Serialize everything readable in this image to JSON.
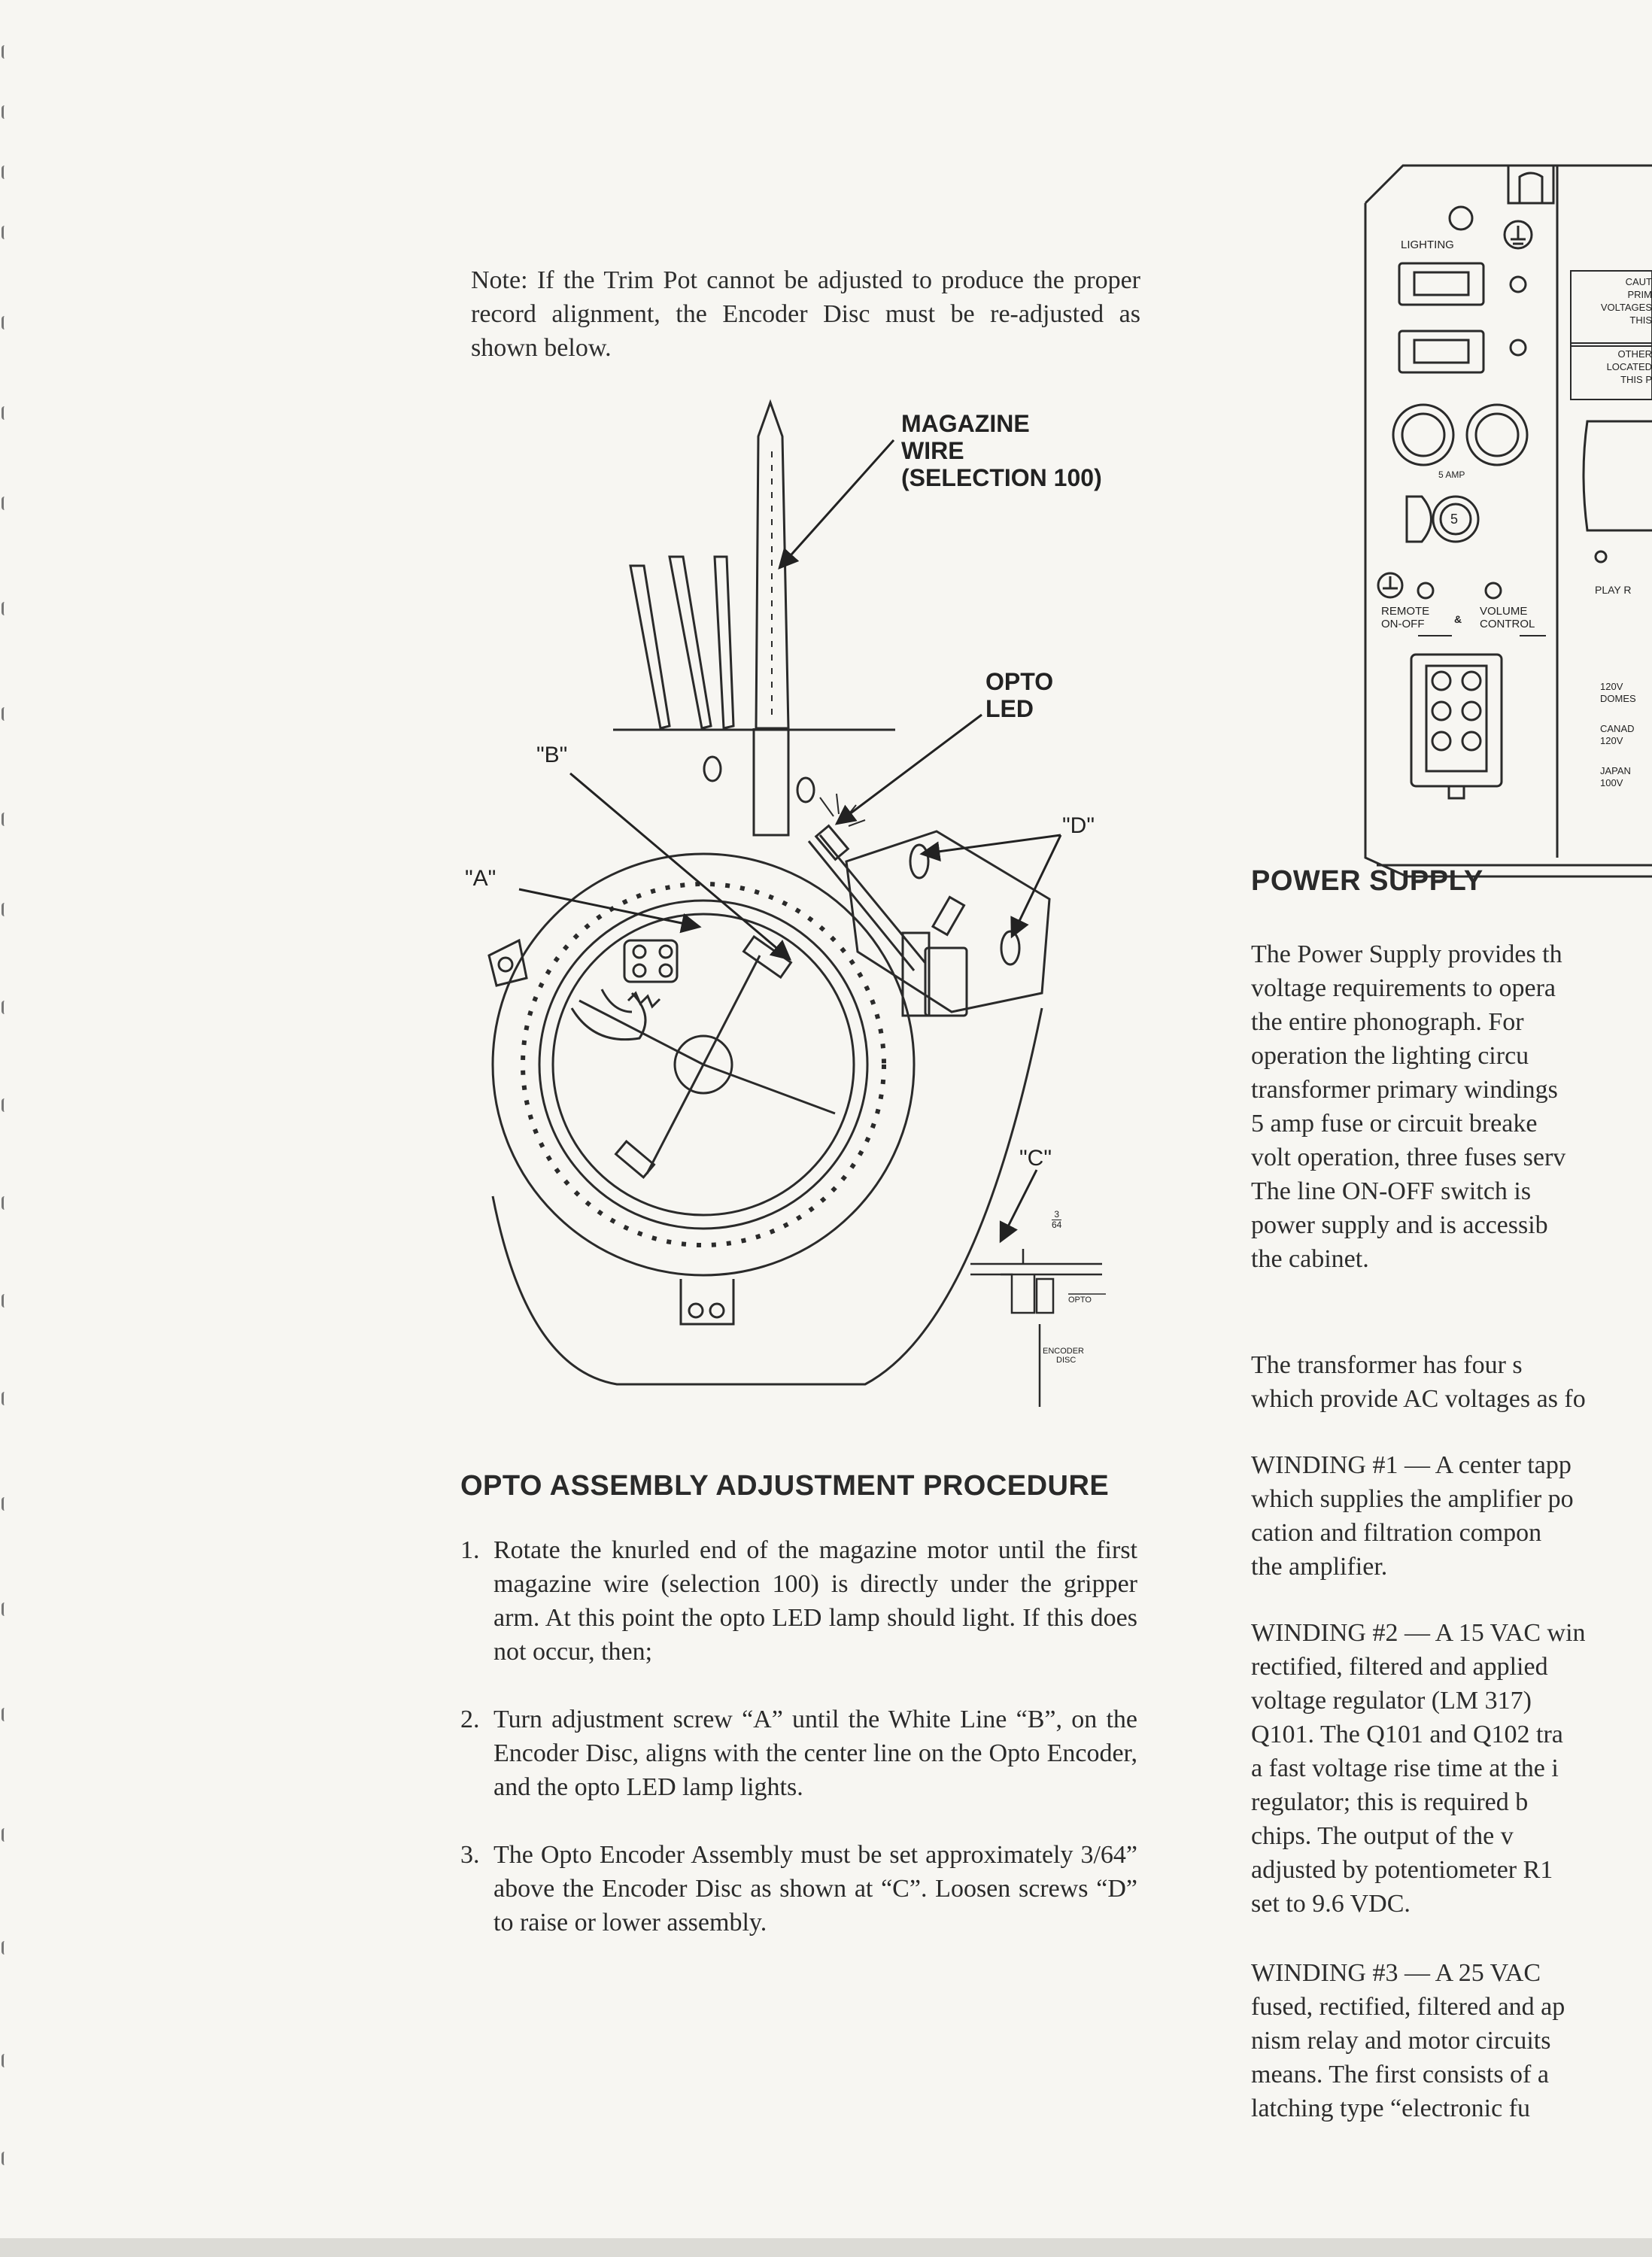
{
  "note": "Note: If the Trim Pot cannot be adjusted to produce the proper record alignment, the Encoder Disc must be re-adjusted as shown below.",
  "diagram": {
    "magazine_wire": [
      "MAGAZINE",
      "WIRE",
      "(SELECTION 100)"
    ],
    "opto_led": [
      "OPTO",
      "LED"
    ],
    "label_a": "\"A\"",
    "label_b": "\"B\"",
    "label_c": "\"C\"",
    "label_d": "\"D\"",
    "inset_fraction_num": "3",
    "inset_fraction_den": "64",
    "inset_opto": "OPTO",
    "inset_encoder": [
      "ENCODER",
      "DISC"
    ]
  },
  "opto_heading": "OPTO ASSEMBLY ADJUSTMENT PROCEDURE",
  "steps": [
    {
      "num": "1.",
      "text": "Rotate the knurled end of the magazine motor until the first magazine wire (selection 100) is directly under the gripper arm. At this point the opto LED lamp should light. If this does not occur, then;"
    },
    {
      "num": "2.",
      "text": "Turn adjustment screw “A” until the White Line “B”, on the Encoder Disc, aligns with the center line on the Opto Encoder, and the opto LED lamp lights."
    },
    {
      "num": "3.",
      "text": "The Opto Encoder Assembly must be set approximately 3/64” above the Encoder Disc as shown at “C”. Loosen screws “D” to raise or lower assembly."
    }
  ],
  "panel": {
    "lighting": "LIGHTING",
    "fuse_5amp": "5 AMP",
    "fuse_number": "5",
    "remote": [
      "REMOTE",
      "ON-OFF"
    ],
    "ampersand": "&",
    "volume": [
      "VOLUME",
      "CONTROL"
    ],
    "caution": [
      "CAUT",
      "PRIM",
      "VOLTAGES",
      "THIS"
    ],
    "other": [
      "OTHER",
      "LOCATED",
      "THIS P"
    ],
    "play": "PLAY R",
    "voltages": [
      [
        "120V",
        "DOMES"
      ],
      [
        "CANAD",
        "120V"
      ],
      [
        "JAPAN",
        "100V"
      ]
    ]
  },
  "power_heading": "POWER SUPPLY",
  "power_paragraphs": [
    [
      "The Power Supply provides th",
      "voltage requirements to opera",
      "the entire phonograph. For",
      "operation the lighting circu",
      "transformer primary windings",
      "5 amp fuse or circuit breake",
      "volt operation, three fuses serv",
      "The line ON-OFF switch is",
      "power supply and is accessib",
      "the cabinet."
    ],
    [
      "The transformer has four s",
      "which provide AC voltages as fo"
    ],
    [
      "WINDING #1 — A center tapp",
      "which supplies the amplifier po",
      "cation and filtration compon",
      "the amplifier."
    ],
    [
      "WINDING #2 — A 15 VAC win",
      "rectified, filtered and applied",
      "voltage regulator (LM 317)",
      "Q101. The Q101 and Q102 tra",
      "a fast voltage rise time at the i",
      "regulator; this is required b",
      "chips. The output of the v",
      "adjusted by potentiometer R1",
      "set to 9.6 VDC."
    ],
    [
      "WINDING #3 — A 25 VAC",
      "fused, rectified, filtered and ap",
      "nism relay and motor circuits",
      "means. The first consists of a",
      "latching type “electronic fu"
    ]
  ]
}
